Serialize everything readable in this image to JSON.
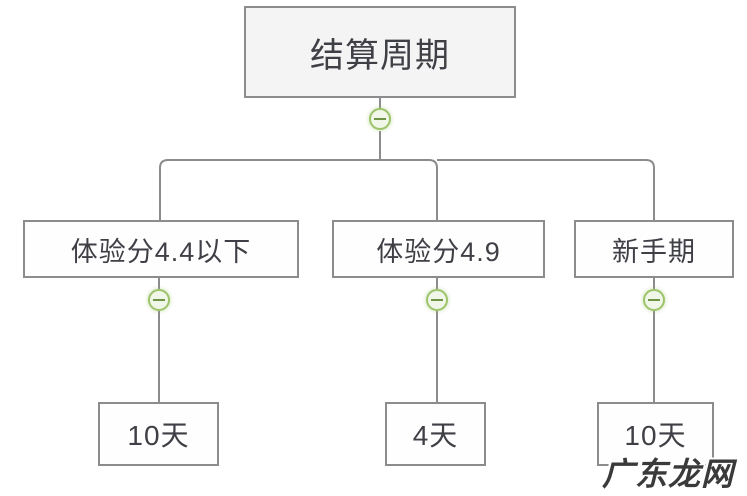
{
  "diagram": {
    "type": "tree-mindmap",
    "title_node": "结算周期",
    "line_color": "#8c8c8e",
    "toggle_color": "#9dc46a",
    "background": "#ffffff",
    "root": {
      "label": "结算周期",
      "toggle": {
        "icon": "minus-circle-icon",
        "state": "expanded"
      }
    },
    "branches": [
      {
        "label": "体验分4.4以下",
        "toggle": {
          "icon": "minus-circle-icon",
          "state": "expanded"
        },
        "child": {
          "label": "10天"
        }
      },
      {
        "label": "体验分4.9",
        "toggle": {
          "icon": "minus-circle-icon",
          "state": "expanded"
        },
        "child": {
          "label": "4天"
        }
      },
      {
        "label": "新手期",
        "toggle": {
          "icon": "minus-circle-icon",
          "state": "expanded"
        },
        "child": {
          "label": "10天"
        }
      }
    ]
  },
  "watermark": {
    "text": "广东龙网"
  }
}
